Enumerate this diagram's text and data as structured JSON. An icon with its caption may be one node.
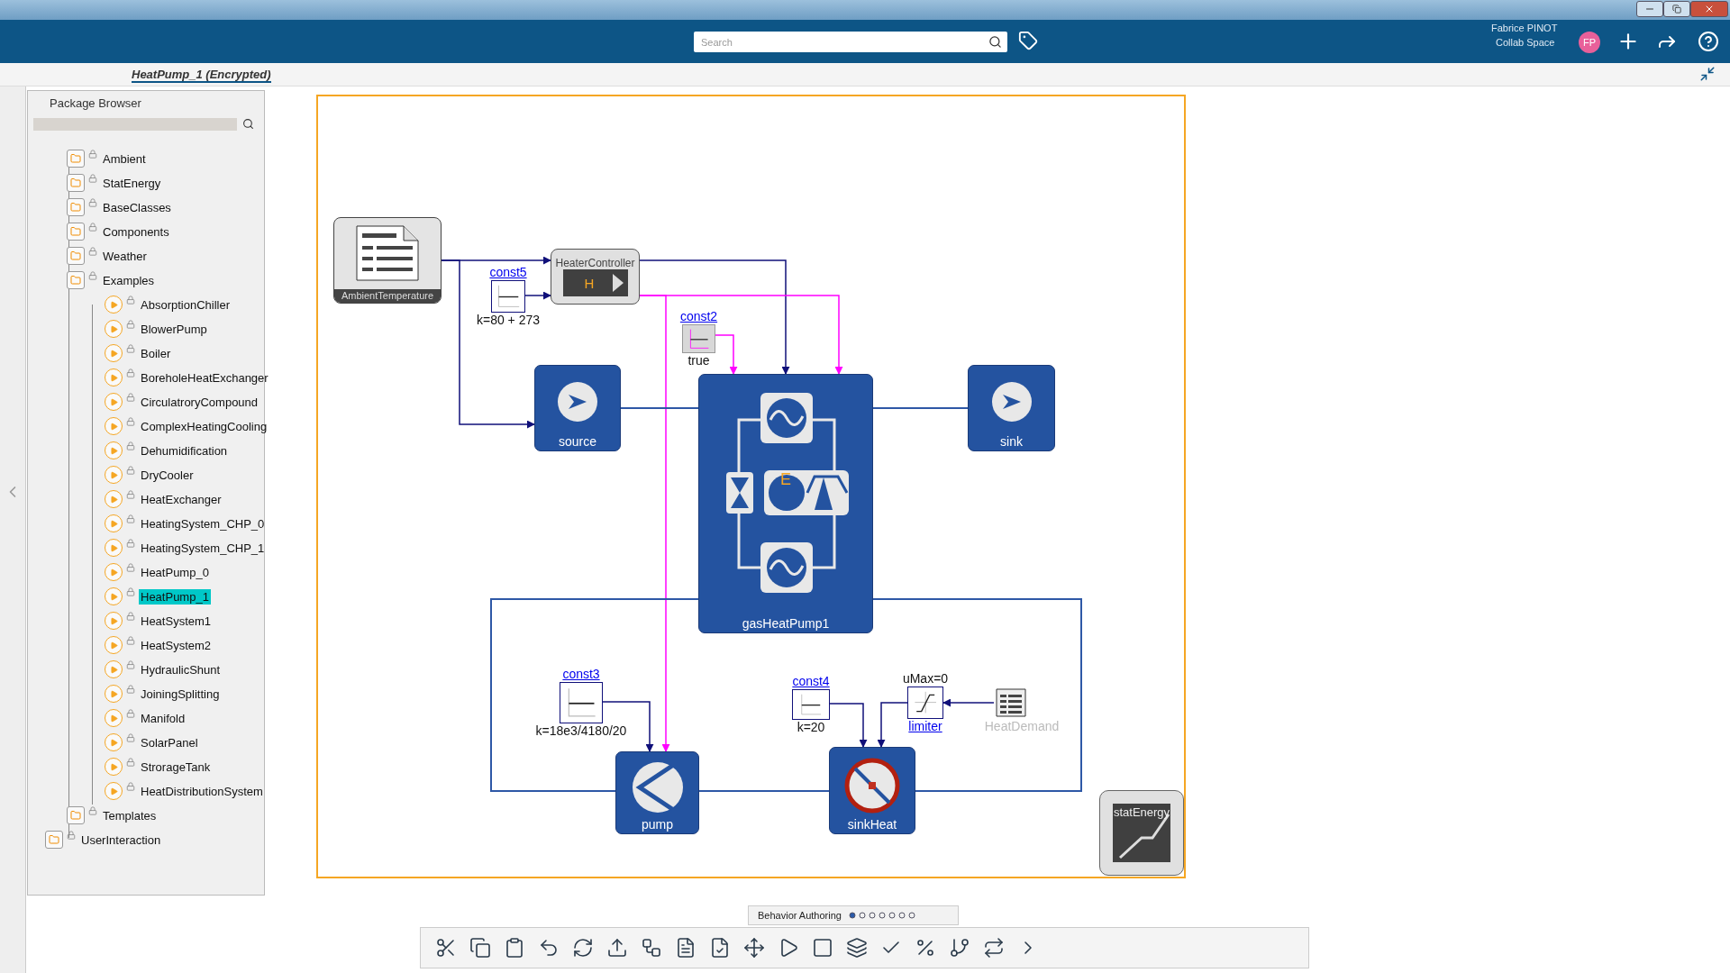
{
  "diagram": {
    "nodes": [
      {
        "text": [
          "AmbientTemperature"
        ]
      },
      {
        "text": [
          "HeaterController",
          "H"
        ]
      },
      {
        "text": [],
        "shape": "box",
        "beside": [
          "const5",
          "k=80 + 273"
        ]
      },
      {
        "text": [],
        "shape": "box",
        "beside": [
          "const2",
          "true"
        ]
      },
      {
        "text": [
          "source"
        ]
      },
      {
        "text": [
          "E",
          "gasHeatPump1"
        ]
      },
      {
        "text": [
          "sink"
        ]
      },
      {
        "text": [],
        "shape": "box",
        "beside": [
          "const3",
          "k=18e3/4180/20"
        ]
      },
      {
        "text": [
          "pump"
        ]
      },
      {
        "text": [],
        "shape": "box",
        "beside": [
          "const4",
          "k=20"
        ]
      },
      {
        "text": [],
        "shape": "box",
        "beside": [
          "uMax=0",
          "limiter"
        ]
      },
      {
        "text": [],
        "shape": "box",
        "beside": [
          "HeatDemand"
        ]
      },
      {
        "text": [
          "sinkHeat"
        ]
      },
      {
        "text": [
          "statEnergy"
        ]
      }
    ],
    "edges": [
      {
        "from": 0,
        "to": 1,
        "arrow": "to"
      },
      {
        "from": 0,
        "to": 4,
        "arrow": "to"
      },
      {
        "from": 2,
        "to": 1,
        "arrow": "to"
      },
      {
        "from": 1,
        "to": 5,
        "arrow": "to"
      },
      {
        "from": 1,
        "to": 5,
        "arrow": "to",
        "color": "#ff00ff"
      },
      {
        "from": 1,
        "to": 8,
        "arrow": "to",
        "color": "#ff00ff"
      },
      {
        "from": 3,
        "to": 5,
        "arrow": "to",
        "color": "#ff00ff"
      },
      {
        "from": 4,
        "to": 5,
        "arrow": "none",
        "color": "#2e58a6"
      },
      {
        "from": 5,
        "to": 6,
        "arrow": "none",
        "color": "#2e58a6"
      },
      {
        "from": 5,
        "to": 8,
        "arrow": "none",
        "color": "#2e58a6"
      },
      {
        "from": 8,
        "to": 12,
        "arrow": "none",
        "color": "#2e58a6"
      },
      {
        "from": 12,
        "to": 5,
        "arrow": "none",
        "color": "#2e58a6"
      },
      {
        "from": 7,
        "to": 8,
        "arrow": "to"
      },
      {
        "from": 9,
        "to": 12,
        "arrow": "to"
      },
      {
        "from": 10,
        "to": 12,
        "arrow": "to"
      },
      {
        "from": 11,
        "to": 10,
        "arrow": "to"
      }
    ],
    "labels": [
      "HeatPump_1 (Encrypted)",
      "Search",
      "Fabrice PINOT",
      "Collab Space",
      "FP",
      "Package Browser",
      "Ambient",
      "StatEnergy",
      "BaseClasses",
      "Components",
      "Weather",
      "Examples",
      "AbsorptionChiller",
      "BlowerPump",
      "Boiler",
      "BoreholeHeatExchanger",
      "CirculatroryCompound",
      "ComplexHeatingCooling",
      "Dehumidification",
      "DryCooler",
      "HeatExchanger",
      "HeatingSystem_CHP_0",
      "HeatingSystem_CHP_1",
      "HeatPump_0",
      "HeatPump_1",
      "HeatSystem1",
      "HeatSystem2",
      "HydraulicShunt",
      "JoiningSplitting",
      "Manifold",
      "SolarPanel",
      "StrorageTank",
      "HeatDistributionSystem",
      "Templates",
      "UserInteraction",
      "Behavior Authoring"
    ]
  }
}
